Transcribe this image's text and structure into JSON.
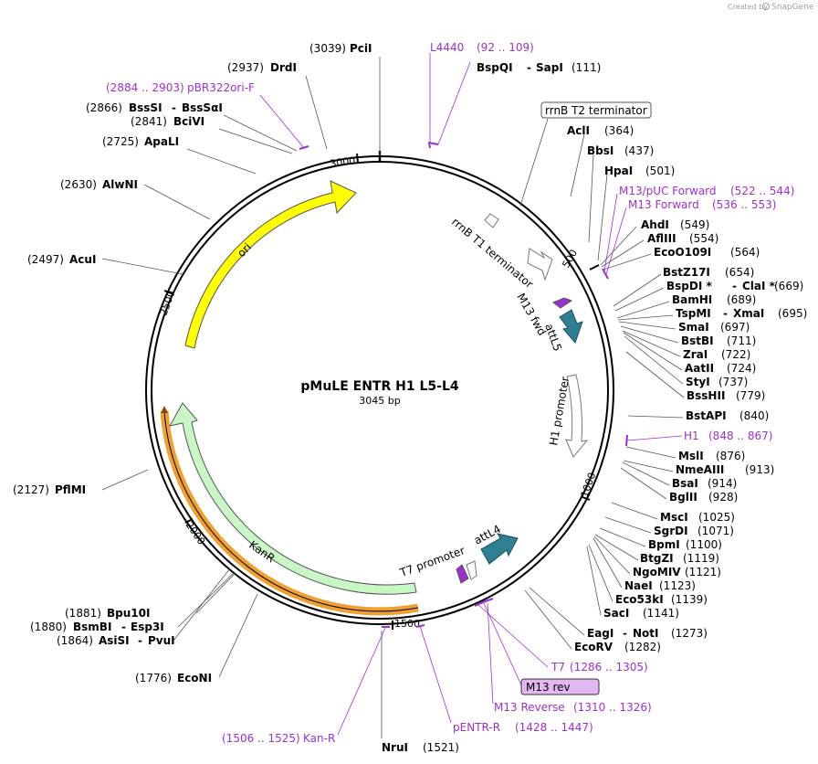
{
  "header": {
    "created_by": "Created by",
    "brand": "SnapGene"
  },
  "plasmid": {
    "name": "pMuLE ENTR H1 L5-L4",
    "length_label": "3045 bp",
    "length_bp": 3045
  },
  "ruler_ticks": [
    "500",
    "1000",
    "1500",
    "2000",
    "2500",
    "3000"
  ],
  "enzymes": [
    {
      "name": "PciI",
      "pos": "(3039)"
    },
    {
      "name": "BspQI",
      "name2": "SapI",
      "pos": "(111)"
    },
    {
      "name": "DrdI",
      "pos": "(2937)"
    },
    {
      "name": "BssSI",
      "name2": "BssSαI",
      "pos": "(2866)"
    },
    {
      "name": "BciVI",
      "pos": "(2841)"
    },
    {
      "name": "ApaLI",
      "pos": "(2725)"
    },
    {
      "name": "AlwNI",
      "pos": "(2630)"
    },
    {
      "name": "AcuI",
      "pos": "(2497)"
    },
    {
      "name": "PflMI",
      "pos": "(2127)"
    },
    {
      "name": "Bpu10I",
      "pos": "(1881)"
    },
    {
      "name": "BsmBI",
      "name2": "Esp3I",
      "pos": "(1880)"
    },
    {
      "name": "AsiSI",
      "name2": "PvuI",
      "pos": "(1864)"
    },
    {
      "name": "EcoNI",
      "pos": "(1776)"
    },
    {
      "name": "NruI",
      "pos": "(1521)"
    },
    {
      "name": "AclI",
      "pos": "(364)"
    },
    {
      "name": "BbsI",
      "pos": "(437)"
    },
    {
      "name": "HpaI",
      "pos": "(501)"
    },
    {
      "name": "AhdI",
      "pos": "(549)"
    },
    {
      "name": "AflIII",
      "pos": "(554)"
    },
    {
      "name": "EcoO109I",
      "pos": "(564)"
    },
    {
      "name": "BstZ17I",
      "pos": "(654)"
    },
    {
      "name": "BspDI *",
      "name2": "ClaI *",
      "pos": "(669)"
    },
    {
      "name": "BamHI",
      "pos": "(689)"
    },
    {
      "name": "TspMI",
      "name2": "XmaI",
      "pos": "(695)"
    },
    {
      "name": "SmaI",
      "pos": "(697)"
    },
    {
      "name": "BstBI",
      "pos": "(711)"
    },
    {
      "name": "ZraI",
      "pos": "(722)"
    },
    {
      "name": "AatII",
      "pos": "(724)"
    },
    {
      "name": "StyI",
      "pos": "(737)"
    },
    {
      "name": "BssHII",
      "pos": "(779)"
    },
    {
      "name": "BstAPI",
      "pos": "(840)"
    },
    {
      "name": "MslI",
      "pos": "(876)"
    },
    {
      "name": "NmeAIII",
      "pos": "(913)"
    },
    {
      "name": "BsaI",
      "pos": "(914)"
    },
    {
      "name": "BglII",
      "pos": "(928)"
    },
    {
      "name": "MscI",
      "pos": "(1025)"
    },
    {
      "name": "SgrDI",
      "pos": "(1071)"
    },
    {
      "name": "BpmI",
      "pos": "(1100)"
    },
    {
      "name": "BtgZI",
      "pos": "(1119)"
    },
    {
      "name": "NgoMIV",
      "pos": "(1121)"
    },
    {
      "name": "NaeI",
      "pos": "(1123)"
    },
    {
      "name": "Eco53kI",
      "pos": "(1139)"
    },
    {
      "name": "SacI",
      "pos": "(1141)"
    },
    {
      "name": "EagI",
      "name2": "NotI",
      "pos": "(1273)"
    },
    {
      "name": "EcoRV",
      "pos": "(1282)"
    }
  ],
  "primers": [
    {
      "name": "L4440",
      "range": "(92 .. 109)"
    },
    {
      "name": "pBR322ori-F",
      "range": "(2884 .. 2903)"
    },
    {
      "name": "M13/pUC Forward",
      "range": "(522 .. 544)"
    },
    {
      "name": "M13 Forward",
      "range": "(536 .. 553)"
    },
    {
      "name": "H1",
      "range": "(848 .. 867)"
    },
    {
      "name": "T7",
      "range": "(1286 .. 1305)"
    },
    {
      "name": "M13 Reverse",
      "range": "(1310 .. 1326)"
    },
    {
      "name": "pENTR-R",
      "range": "(1428 .. 1447)"
    },
    {
      "name": "Kan-R",
      "range": "(1506 .. 1525)"
    }
  ],
  "boxed_labels": {
    "rrnb_t2": "rrnB T2 terminator",
    "m13_rev": "M13 rev"
  },
  "features": {
    "ori": "ori",
    "kanr": "KanR",
    "rrnb_t1": "rrnB T1 terminator",
    "m13_fwd": "M13 fwd",
    "attl5": "attL5",
    "h1_promoter": "H1 promoter",
    "t7_promoter": "T7 promoter",
    "attl4": "attL4"
  },
  "colors": {
    "ori": "#ffff00",
    "kanr": "#c8f7c5",
    "kanr_outline": "#f0a030",
    "att": "#2f7f93",
    "primer": "#9b30d0",
    "m13_box_fill": "#e3b8f2"
  }
}
